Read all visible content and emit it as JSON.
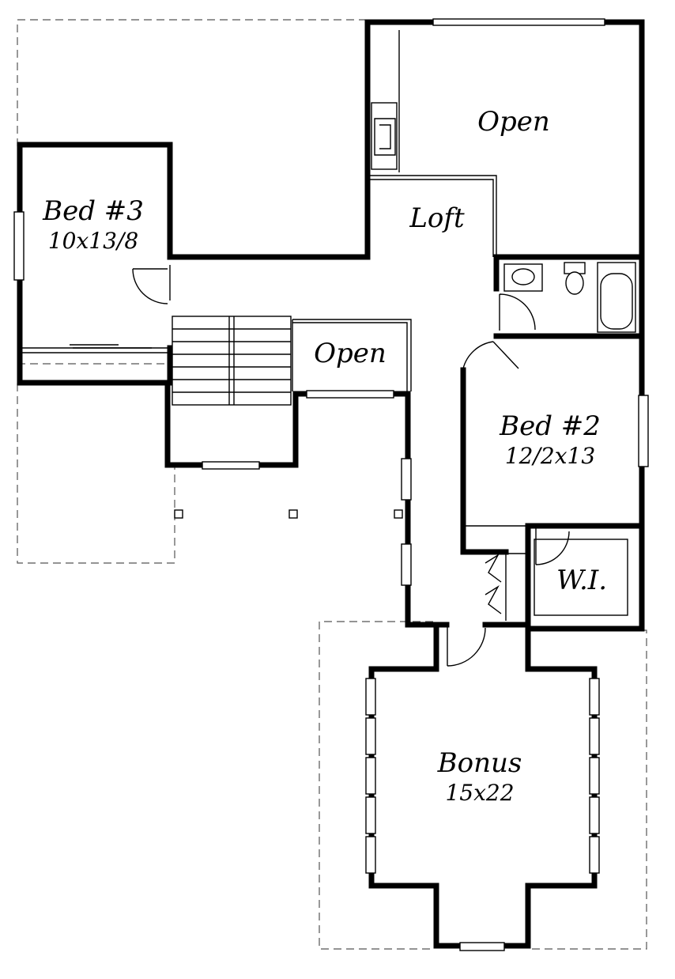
{
  "rooms": {
    "open_top": "Open",
    "loft": "Loft",
    "bed3_name": "Bed #3",
    "bed3_size": "10x13/8",
    "open_stair": "Open",
    "bed2_name": "Bed #2",
    "bed2_size": "12/2x13",
    "walk_in": "W.I.",
    "bonus_name": "Bonus",
    "bonus_size": "15x22"
  }
}
